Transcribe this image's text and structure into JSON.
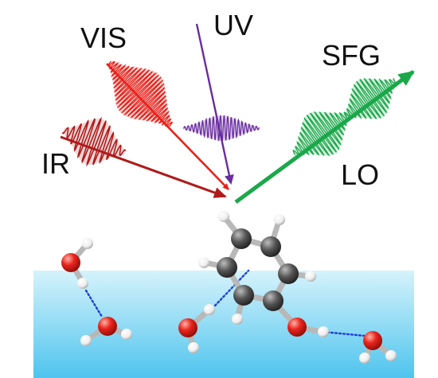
{
  "labels": {
    "vis": "VIS",
    "uv": "UV",
    "sfg": "SFG",
    "ir": "IR",
    "lo": "LO"
  },
  "colors": {
    "vis": "#e8221b",
    "uv": "#6a2ca0",
    "sfg": "#1aa84a",
    "ir": "#b01a1a",
    "water_top": "#d6f3fb",
    "water_bottom": "#4fc4ee",
    "oxygen": "#e8241d",
    "carbon": "#555555",
    "hydrogen": "#f0f0f0",
    "hbond": "#1f3fd0"
  }
}
